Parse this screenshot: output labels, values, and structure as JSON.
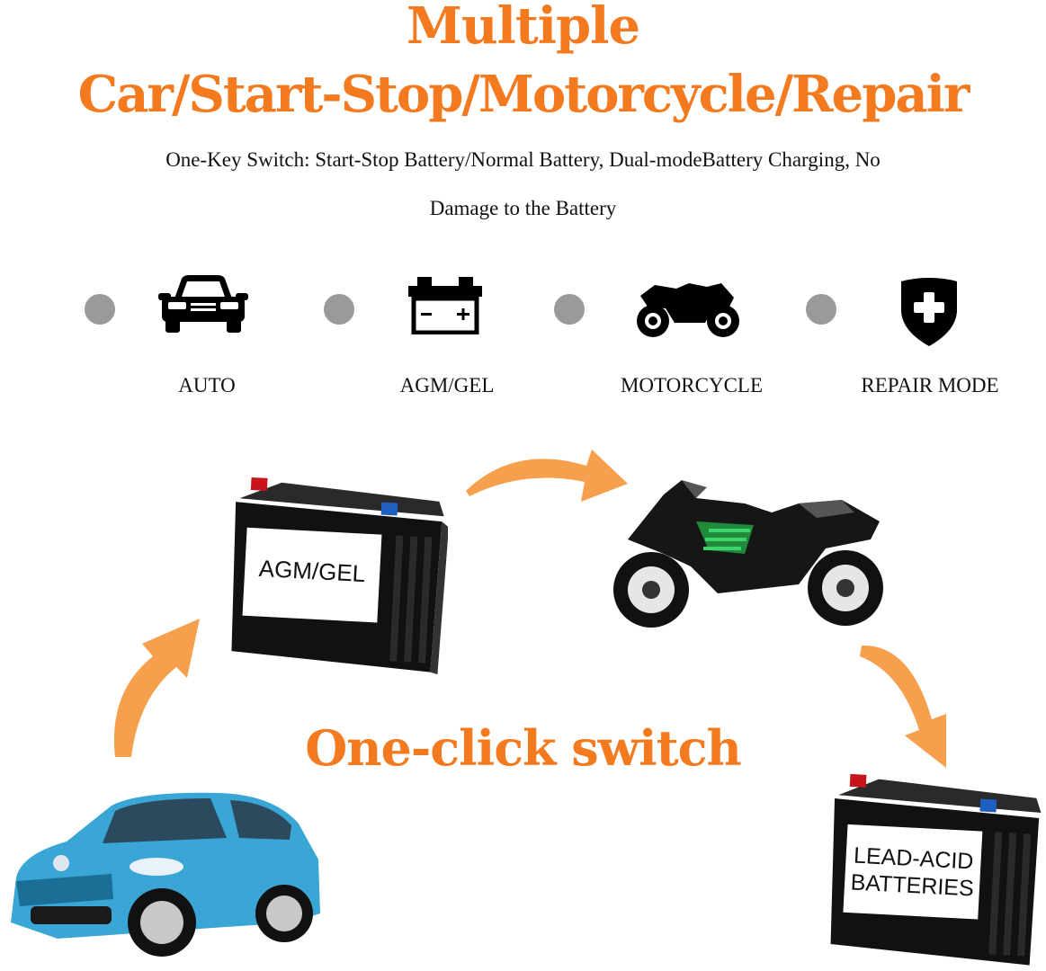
{
  "header": {
    "title_line1": "Multiple",
    "title_line2": "Car/Start-Stop/Motorcycle/Repair",
    "subtitle_line1": "One-Key Switch: Start-Stop Battery/Normal Battery, Dual-modeBattery Charging, No",
    "subtitle_line2": "Damage to the Battery"
  },
  "modes": [
    {
      "label": "AUTO",
      "icon": "car-icon"
    },
    {
      "label": "AGM/GEL",
      "icon": "battery-icon"
    },
    {
      "label": "MOTORCYCLE",
      "icon": "motorcycle-icon"
    },
    {
      "label": "REPAIR MODE",
      "icon": "shield-plus-icon"
    }
  ],
  "diagram": {
    "center_text": "One-click switch",
    "battery1_label": "AGM/GEL",
    "battery2_label_line1": "LEAD-ACID",
    "battery2_label_line2": "BATTERIES"
  },
  "colors": {
    "accent": "#f47a1f",
    "arrow": "#f6a04d",
    "dot": "#9a9a9a"
  }
}
